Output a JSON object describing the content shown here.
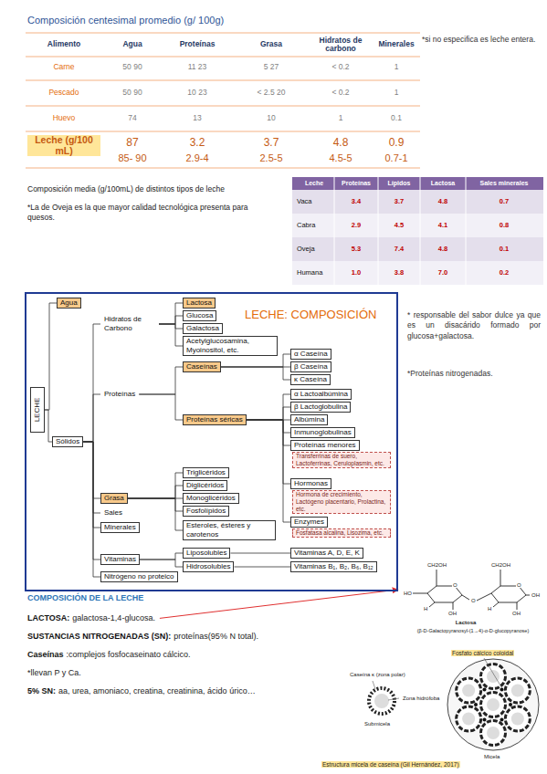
{
  "diagram": {
    "title": "Composición centesimal promedio (g/ 100g)",
    "nodes": [
      {
        "text": [
          "LECHE: COMPOSICIÓN"
        ]
      },
      {
        "text": [
          "LECHE"
        ],
        "in": 0
      },
      {
        "text": [
          "Agua"
        ],
        "in": 0
      },
      {
        "text": [
          "Sólidos"
        ],
        "in": 0
      },
      {
        "text": [
          "Hidratos de Carbono"
        ],
        "in": 0
      },
      {
        "text": [
          "Lactosa"
        ],
        "in": 0
      },
      {
        "text": [
          "Glucosa"
        ],
        "in": 0
      },
      {
        "text": [
          "Galactosa"
        ],
        "in": 0
      },
      {
        "text": [
          "Acetylglucosamina, Myoinositol, etc."
        ],
        "in": 0
      },
      {
        "text": [
          "Proteínas"
        ],
        "in": 0
      },
      {
        "text": [
          "Caseínas"
        ],
        "in": 0
      },
      {
        "text": [
          "α Caseína"
        ],
        "in": 0
      },
      {
        "text": [
          "β Caseína"
        ],
        "in": 0
      },
      {
        "text": [
          "κ Caseína"
        ],
        "in": 0
      },
      {
        "text": [
          "Proteínas séricas"
        ],
        "in": 0
      },
      {
        "text": [
          "α Lactoalbúmina"
        ],
        "in": 0
      },
      {
        "text": [
          "β Lactoglobulina"
        ],
        "in": 0
      },
      {
        "text": [
          "Albúmina"
        ],
        "in": 0
      },
      {
        "text": [
          "Inmunoglobulinas"
        ],
        "in": 0
      },
      {
        "text": [
          "Proteínas menores"
        ],
        "in": 0
      },
      {
        "text": [
          "Transferrinas de suero, Lactoferrinas, Ceruloplasmin, etc."
        ],
        "in": 0
      },
      {
        "text": [
          "Hormonas"
        ],
        "in": 0
      },
      {
        "text": [
          "Hormona de crecimiento, Lactógeno placentario, Prolactina, etc."
        ],
        "in": 0
      },
      {
        "text": [
          "Enzymes"
        ],
        "in": 0
      },
      {
        "text": [
          "Fosfatasa alcalina, Lisozima, etc."
        ],
        "in": 0
      },
      {
        "text": [
          "Grasa"
        ],
        "in": 0
      },
      {
        "text": [
          "Triglicéridos"
        ],
        "in": 0
      },
      {
        "text": [
          "Diglicéridos"
        ],
        "in": 0
      },
      {
        "text": [
          "Monoglicéridos"
        ],
        "in": 0
      },
      {
        "text": [
          "Fosfolípidos"
        ],
        "in": 0
      },
      {
        "text": [
          "Esteroles, ésteres y carotenos"
        ],
        "in": 0
      },
      {
        "text": [
          "Sales"
        ],
        "in": 0
      },
      {
        "text": [
          "Minerales"
        ],
        "in": 0
      },
      {
        "text": [
          "Vitaminas"
        ],
        "in": 0
      },
      {
        "text": [
          "Liposolubles"
        ],
        "in": 0
      },
      {
        "text": [
          "Vitaminas A, D, E, K"
        ],
        "in": 0
      },
      {
        "text": [
          "Hidrosolubles"
        ],
        "in": 0
      },
      {
        "text": [
          "Vitaminas B₁, B₂, B₆, B₁₂"
        ],
        "in": 0
      },
      {
        "text": [
          "Nitrógeno no proteico"
        ],
        "in": 0
      }
    ],
    "edges": [
      {
        "from": 1,
        "to": 2,
        "arrow": "none"
      },
      {
        "from": 1,
        "to": 3,
        "arrow": "none"
      },
      {
        "from": 3,
        "to": 4,
        "arrow": "none"
      },
      {
        "from": 3,
        "to": 9,
        "arrow": "none"
      },
      {
        "from": 3,
        "to": 25,
        "arrow": "none"
      },
      {
        "from": 3,
        "to": 31,
        "arrow": "none"
      },
      {
        "from": 3,
        "to": 32,
        "arrow": "none"
      },
      {
        "from": 3,
        "to": 33,
        "arrow": "none"
      },
      {
        "from": 3,
        "to": 38,
        "arrow": "none"
      },
      {
        "from": 4,
        "to": 5,
        "arrow": "none"
      },
      {
        "from": 4,
        "to": 6,
        "arrow": "none"
      },
      {
        "from": 4,
        "to": 7,
        "arrow": "none"
      },
      {
        "from": 4,
        "to": 8,
        "arrow": "none"
      },
      {
        "from": 9,
        "to": 10,
        "arrow": "none"
      },
      {
        "from": 9,
        "to": 14,
        "arrow": "none"
      },
      {
        "from": 10,
        "to": 11,
        "arrow": "none"
      },
      {
        "from": 10,
        "to": 12,
        "arrow": "none"
      },
      {
        "from": 10,
        "to": 13,
        "arrow": "none"
      },
      {
        "from": 14,
        "to": 15,
        "arrow": "none"
      },
      {
        "from": 14,
        "to": 16,
        "arrow": "none"
      },
      {
        "from": 14,
        "to": 17,
        "arrow": "none"
      },
      {
        "from": 14,
        "to": 18,
        "arrow": "none"
      },
      {
        "from": 14,
        "to": 19,
        "arrow": "none"
      },
      {
        "from": 14,
        "to": 21,
        "arrow": "none"
      },
      {
        "from": 14,
        "to": 23,
        "arrow": "none"
      },
      {
        "from": 25,
        "to": 26,
        "arrow": "none"
      },
      {
        "from": 25,
        "to": 27,
        "arrow": "none"
      },
      {
        "from": 25,
        "to": 28,
        "arrow": "none"
      },
      {
        "from": 25,
        "to": 29,
        "arrow": "none"
      },
      {
        "from": 25,
        "to": 30,
        "arrow": "none"
      },
      {
        "from": 33,
        "to": 34,
        "arrow": "none"
      },
      {
        "from": 33,
        "to": 36,
        "arrow": "none"
      },
      {
        "from": 34,
        "to": 35,
        "arrow": "none"
      },
      {
        "from": 36,
        "to": 37,
        "arrow": "none"
      }
    ],
    "labels": [
      "Alimento",
      "Agua",
      "Proteínas",
      "Grasa",
      "Hidratos de carbono",
      "Minerales",
      "*si no especifica es leche entera.",
      "Carne",
      "50 90",
      "11 23",
      "5 27",
      "< 0.2",
      "1",
      "Pescado",
      "50 90",
      "10 23",
      "< 2.5 20",
      "< 0.2",
      "1",
      "Huevo",
      "74",
      "13",
      "10",
      "1",
      "0.1",
      "Leche (g/100 mL)",
      "87",
      "3.2",
      "3.7",
      "4.8",
      "0.9",
      "85- 90",
      "2.9-4",
      "2.5-5",
      "4.5-5",
      "0.7-1",
      "Composición media (g/100mL) de distintos tipos de leche",
      "*La de Oveja es la que mayor calidad tecnológica presenta para quesos.",
      "Leche",
      "Proteínas",
      "Lípidos",
      "Lactosa",
      "Sales minerales",
      "Vaca",
      "3.4",
      "3.7",
      "4.8",
      "0.7",
      "Cabra",
      "2.9",
      "4.5",
      "4.1",
      "0.8",
      "Oveja",
      "5.3",
      "7.4",
      "4.8",
      "0.1",
      "Humana",
      "1.0",
      "3.8",
      "7.0",
      "0.2",
      "* responsable del sabor dulce ya que es un disacárido formado por glucosa+galactosa.",
      "*Proteínas nitrogenadas.",
      "CH2OH",
      "CH2OH",
      "O",
      "O",
      "HO",
      "O",
      "OH",
      "H",
      "OH",
      "H",
      "OH",
      "Lactosa",
      "(β-D-Galactopyranosyl-(1→4)-α-D-glucopyranose)",
      "Fosfato cálcico coloidal",
      "Caseína κ (zona polar)",
      "Zona hidrófoba",
      "Submicela",
      "Micela",
      "Estructura micela de caseína (Gil Hernández, 2017)",
      "COMPOSICIÓN DE LA LECHE",
      "LACTOSA:",
      "galactosa-1,4-glucosa.",
      "SUSTANCIAS NITROGENADAS (SN):",
      "proteínas(95% N total).",
      "Caseínas",
      ":complejos fosfocaseinato cálcico.",
      "*llevan P y Ca.",
      "5% SN:",
      "aa, urea, amoniaco, creatina, creatinina, ácido úrico…"
    ]
  }
}
